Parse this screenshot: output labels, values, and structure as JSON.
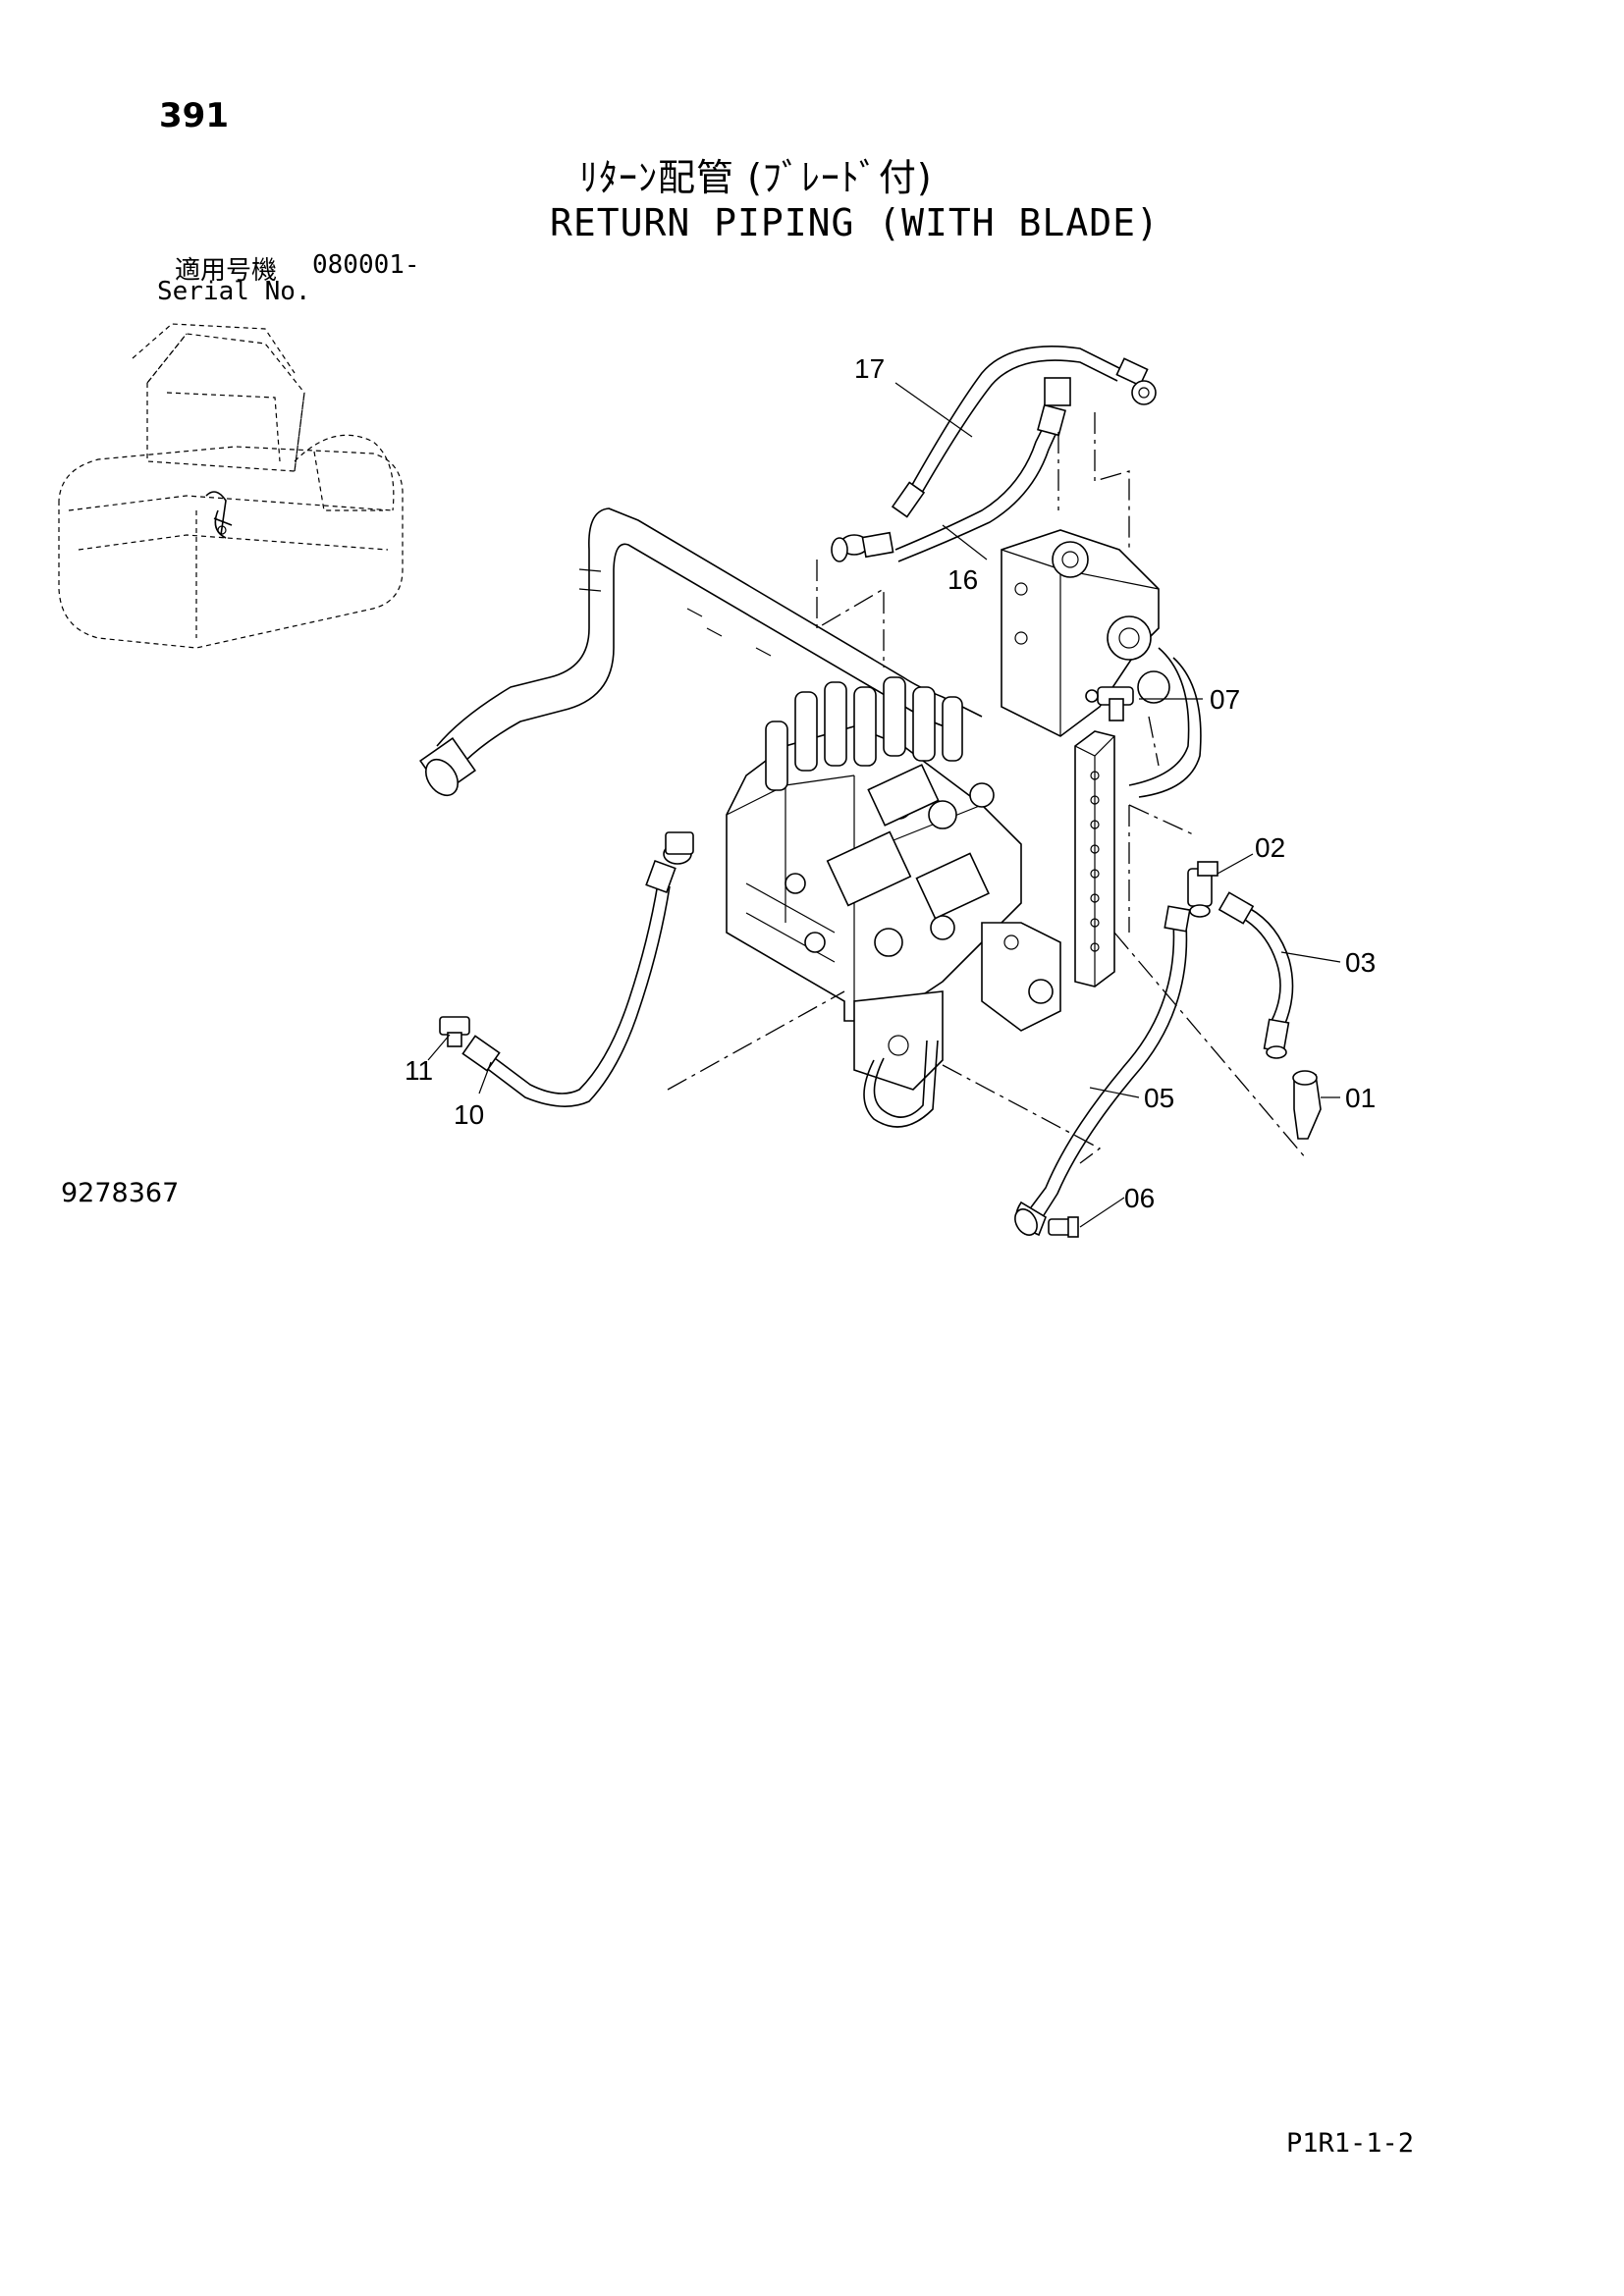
{
  "page": {
    "page_number": "391",
    "title_ja": "ﾘﾀｰﾝ配管 (ﾌﾞﾚｰﾄﾞ付)",
    "title_en": "RETURN PIPING (WITH BLADE)",
    "serial_label_ja": "適用号機",
    "serial_value": "080001-",
    "serial_label_en": "Serial No.",
    "drawing_number": "9278367",
    "sheet_code": "P1R1-1-2"
  },
  "callouts": [
    "17",
    "16",
    "07",
    "02",
    "03",
    "01",
    "05",
    "06",
    "11",
    "10"
  ]
}
